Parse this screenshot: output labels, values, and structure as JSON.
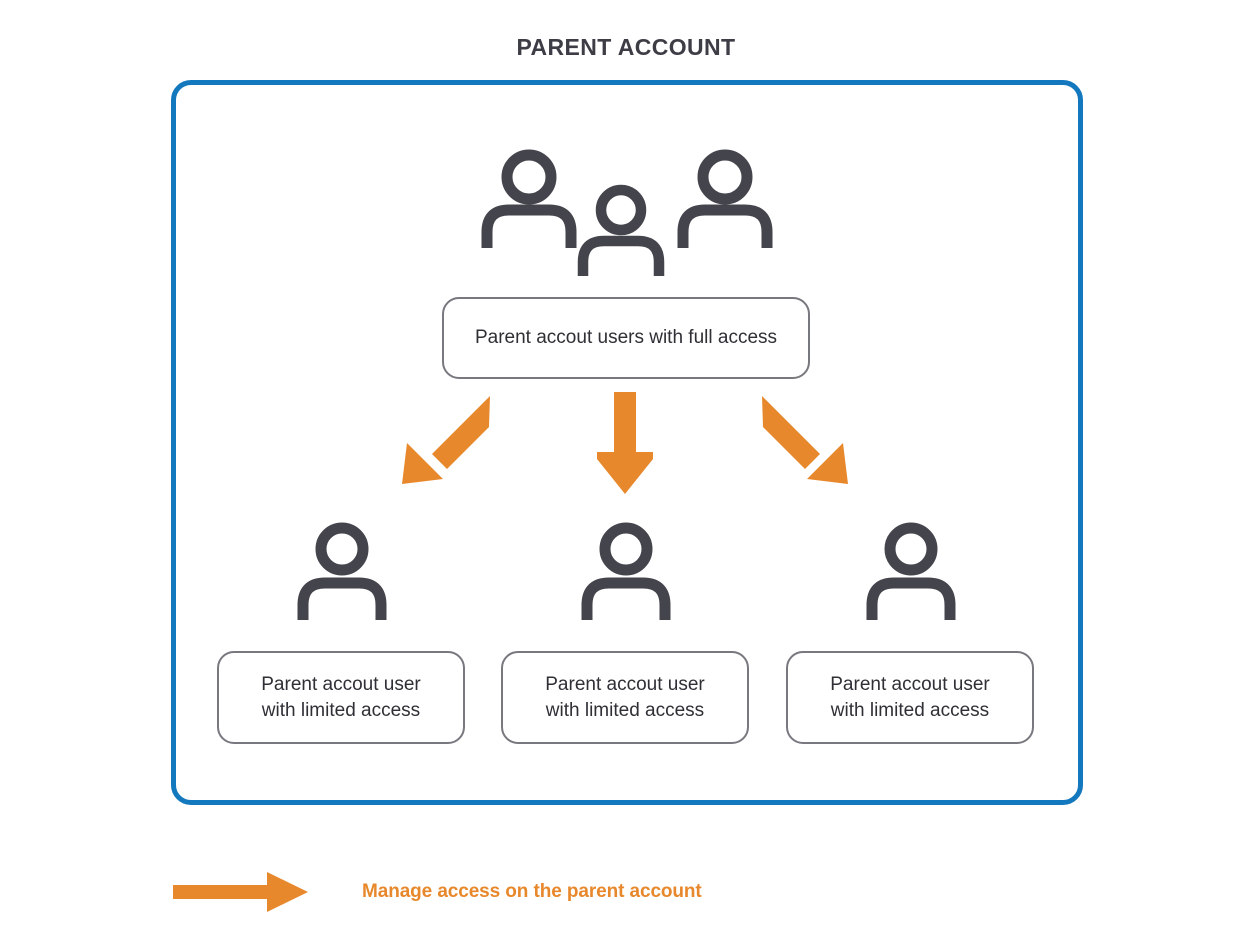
{
  "page": {
    "title": "PARENT ACCOUNT",
    "background": "#ffffff"
  },
  "colors": {
    "frame_blue": "#1378bd",
    "arrow_orange": "#e8882c",
    "icon_gray": "#44444c",
    "box_border_gray": "#78787f",
    "text_dark": "#2f2f36",
    "title_gray": "#3d3d46"
  },
  "diagram": {
    "frame": {
      "name": "parent-account-frame",
      "border_color": "#1378bd"
    },
    "top_node": {
      "icon": "three-people-icon",
      "icon_count": 3,
      "label": "Parent accout users with full access"
    },
    "child_nodes": [
      {
        "icon": "person-icon",
        "label_line1": "Parent accout user",
        "label_line2": "with limited access"
      },
      {
        "icon": "person-icon",
        "label_line1": "Parent accout user",
        "label_line2": "with limited access"
      },
      {
        "icon": "person-icon",
        "label_line1": "Parent accout user",
        "label_line2": "with limited access"
      }
    ],
    "connectors": [
      {
        "name": "arrow-down-left",
        "direction": "down-left",
        "color": "#e8882c"
      },
      {
        "name": "arrow-down",
        "direction": "down",
        "color": "#e8882c"
      },
      {
        "name": "arrow-down-right",
        "direction": "down-right",
        "color": "#e8882c"
      }
    ]
  },
  "legend": {
    "icon": "right-arrow-icon",
    "color": "#e8882c",
    "text": "Manage access on the parent account"
  }
}
